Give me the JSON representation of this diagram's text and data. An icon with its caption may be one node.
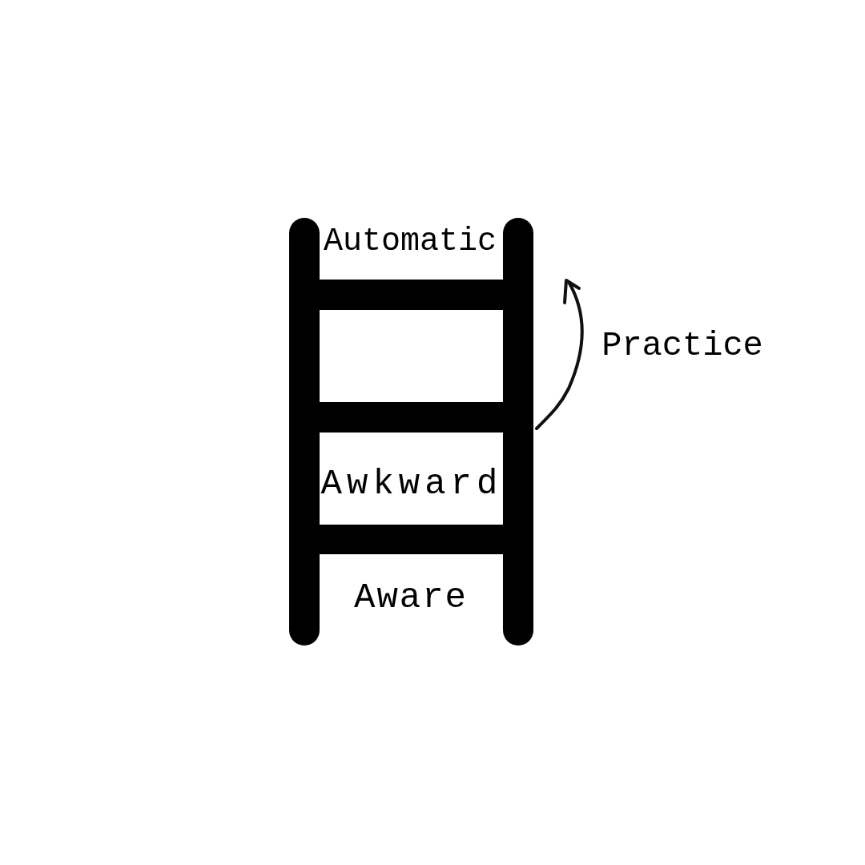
{
  "diagram": {
    "labels": [
      "Automatic",
      "Awkward",
      "Aware",
      "Practice"
    ]
  }
}
